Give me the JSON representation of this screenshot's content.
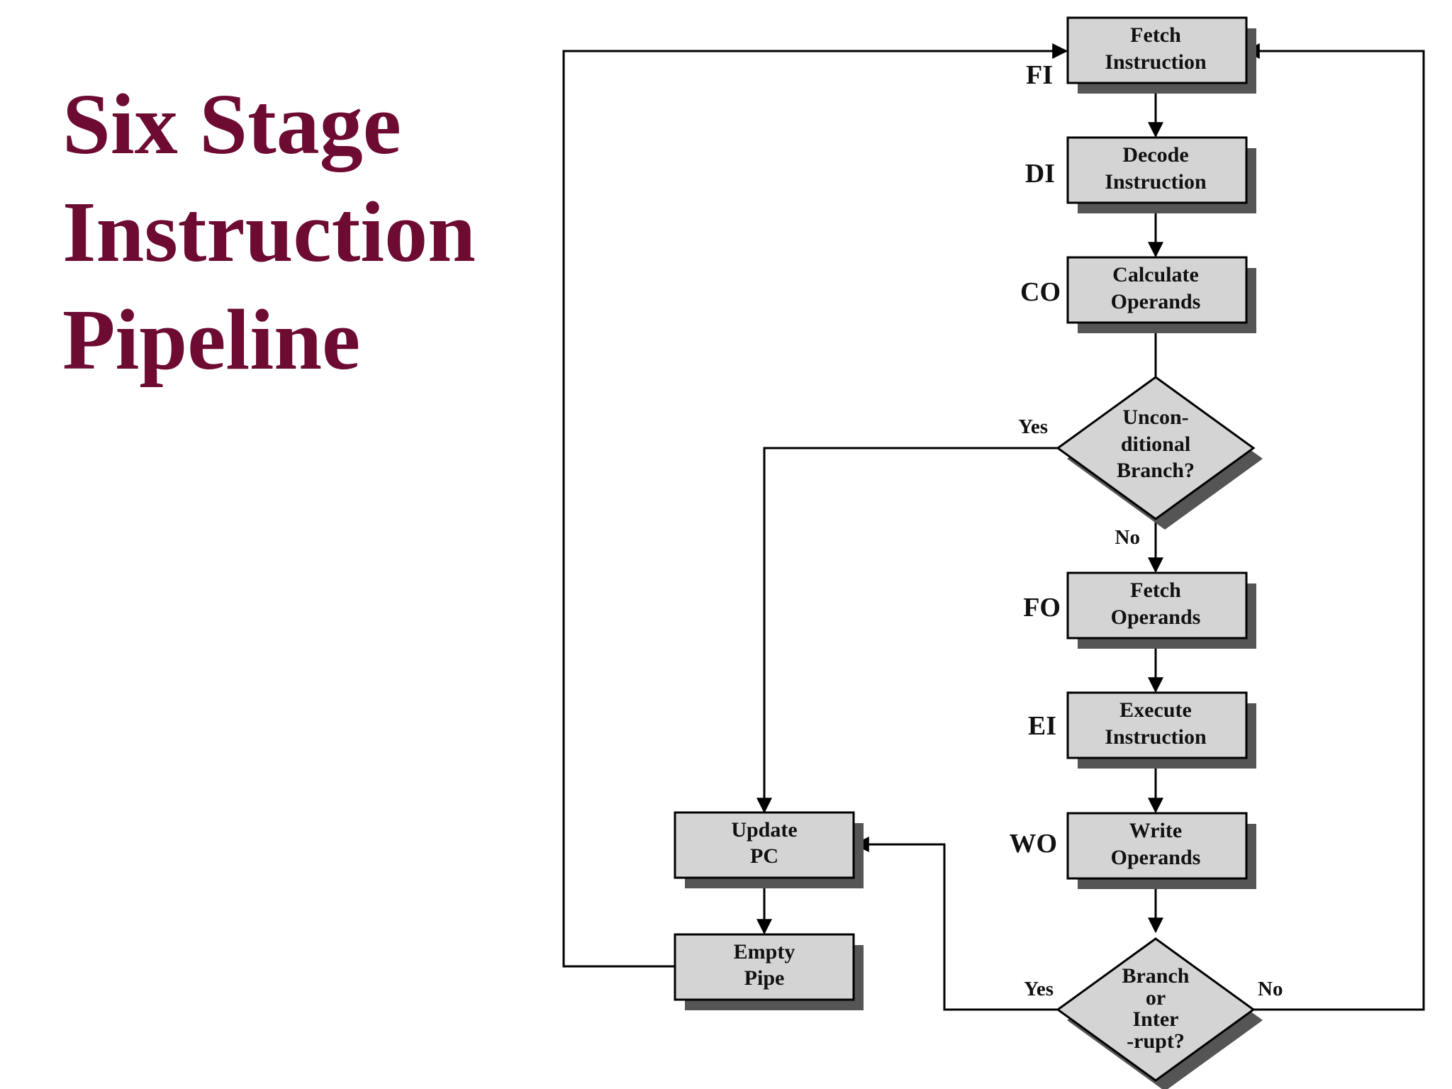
{
  "title": {
    "line1": "Six Stage",
    "line2": "Instruction",
    "line3": "Pipeline"
  },
  "colors": {
    "title": "#6d0b32",
    "box_fill": "#d4d4d4",
    "shadow": "#555555",
    "line": "#000000"
  },
  "stages": {
    "fi": {
      "tag": "FI",
      "line1": "Fetch",
      "line2": "Instruction"
    },
    "di": {
      "tag": "DI",
      "line1": "Decode",
      "line2": "Instruction"
    },
    "co": {
      "tag": "CO",
      "line1": "Calculate",
      "line2": "Operands"
    },
    "fo": {
      "tag": "FO",
      "line1": "Fetch",
      "line2": "Operands"
    },
    "ei": {
      "tag": "EI",
      "line1": "Execute",
      "line2": "Instruction"
    },
    "wo": {
      "tag": "WO",
      "line1": "Write",
      "line2": "Operands"
    }
  },
  "decisions": {
    "branch": {
      "line1": "Uncon-",
      "line2": "ditional",
      "line3": "Branch?"
    },
    "interrupt": {
      "line1": "Branch",
      "line2": "or",
      "line3": "Inter",
      "line4": "-rupt?"
    }
  },
  "side_boxes": {
    "update_pc": {
      "line1": "Update",
      "line2": "PC"
    },
    "empty_pipe": {
      "line1": "Empty",
      "line2": "Pipe"
    }
  },
  "edge_labels": {
    "branch_yes": "Yes",
    "branch_no": "No",
    "interrupt_yes": "Yes",
    "interrupt_no": "No"
  }
}
